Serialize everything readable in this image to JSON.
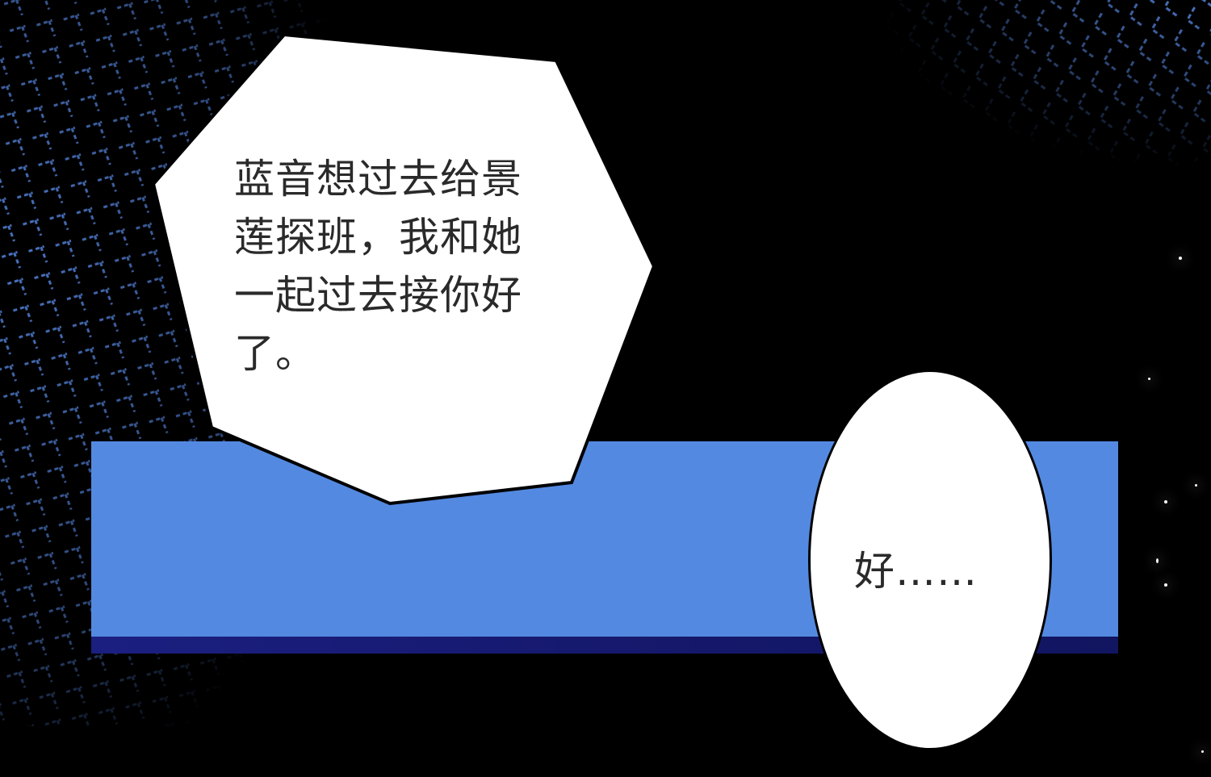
{
  "scene": {
    "background_color": "#000000",
    "pattern_color": "#4a74c2",
    "panel_bar_color": "#5389e0",
    "panel_bar_strip_color": "#1b1f80"
  },
  "bubbles": [
    {
      "shape": "polygon",
      "text": "蓝音想过去给景莲探班，我和她一起过去接你好了。",
      "lines": [
        "蓝音想过去给景",
        "莲探班，我和她",
        "一起过去接你好",
        "了。"
      ]
    },
    {
      "shape": "oval",
      "text": "好……"
    }
  ]
}
